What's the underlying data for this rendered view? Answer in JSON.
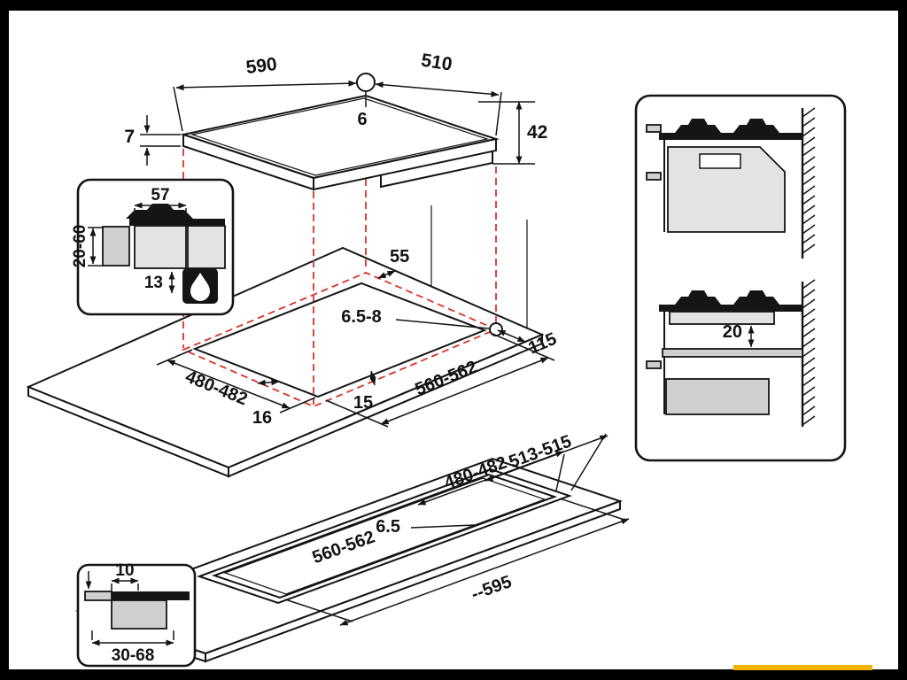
{
  "title": "Gas hob built-in installation diagram",
  "colors": {
    "background": "#000000",
    "canvas": "#ffffff",
    "line": "#141414",
    "projection": "#d93327",
    "accent": "#f2b200",
    "fill_gray": "#cfcfcf",
    "fill_light": "#e3e3e3"
  },
  "top_view": {
    "width": "590",
    "depth": "510",
    "hole_diameter": "6",
    "glass_thickness": "7",
    "overall_height": "42"
  },
  "burner_detail": {
    "cup_width": "57",
    "worktop_thickness": "20-60",
    "clearance_below": "13"
  },
  "cutout_view": {
    "rear_clearance": "55",
    "fixing_hole_diameter": "6.5-8",
    "front_clearance": "115",
    "cutout_depth": "480-482",
    "cutout_width": "560-562",
    "overhang_front": "15",
    "overhang_side": "16"
  },
  "wall_sections": {
    "shelf_clearance": "20"
  },
  "flush_view": {
    "recess_width": "513-515",
    "recess_depth": "480-482",
    "cutout_width": "560-562",
    "glass_edge": "6.5",
    "overall_width": "--595"
  },
  "flush_detail": {
    "rebate_width": "10",
    "worktop_thickness": "30-68"
  }
}
